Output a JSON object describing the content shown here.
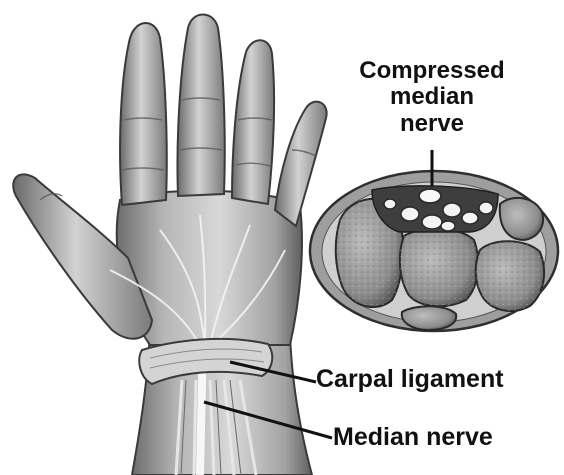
{
  "labels": {
    "compressed_nerve": [
      "Compressed",
      "median",
      "nerve"
    ],
    "carpal_ligament": "Carpal ligament",
    "median_nerve": "Median nerve"
  },
  "colors": {
    "skin_light": "#d9d9d9",
    "skin_mid": "#a8a8a8",
    "skin_dark": "#5e5e5e",
    "bone": "#9a9a9a",
    "nerve": "#f2f2f2",
    "ink": "#111111"
  }
}
